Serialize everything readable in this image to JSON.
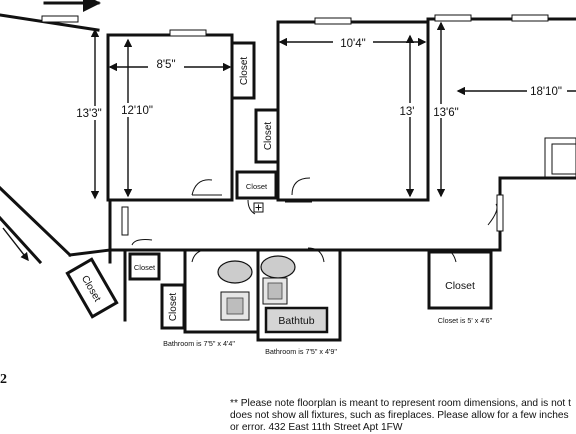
{
  "rooms": {
    "left_bedroom": {
      "width": "8'5\"",
      "height": "12'10\"",
      "outer_height": "13'3\""
    },
    "center_bedroom": {
      "width": "10'4\"",
      "height": "13'"
    },
    "living_room": {
      "width": "18'10\"",
      "height": "13'6\""
    }
  },
  "closets": {
    "left_bedroom": "Closet",
    "hall_upper": "Closet",
    "small_box": "Closet",
    "left_small": "Closet",
    "diagonal": "Closet",
    "bath_left": "Closet",
    "right": "Closet"
  },
  "bathrooms": {
    "bath1_caption": "Bathroom is 7'5\" x 4'4\"",
    "bath2_caption": "Bathroom is 7'5\" x 4'9\"",
    "bathtub": "Bathtub"
  },
  "right_closet_caption": "Closet is 5' x 4'6\"",
  "page_marker": "2",
  "note_lines": [
    "** Please note floorplan is meant to represent room dimensions, and is not t",
    "does not show all fixtures, such as fireplaces. Please allow for a few inches",
    "or error. 432 East 11th Street Apt 1FW"
  ]
}
